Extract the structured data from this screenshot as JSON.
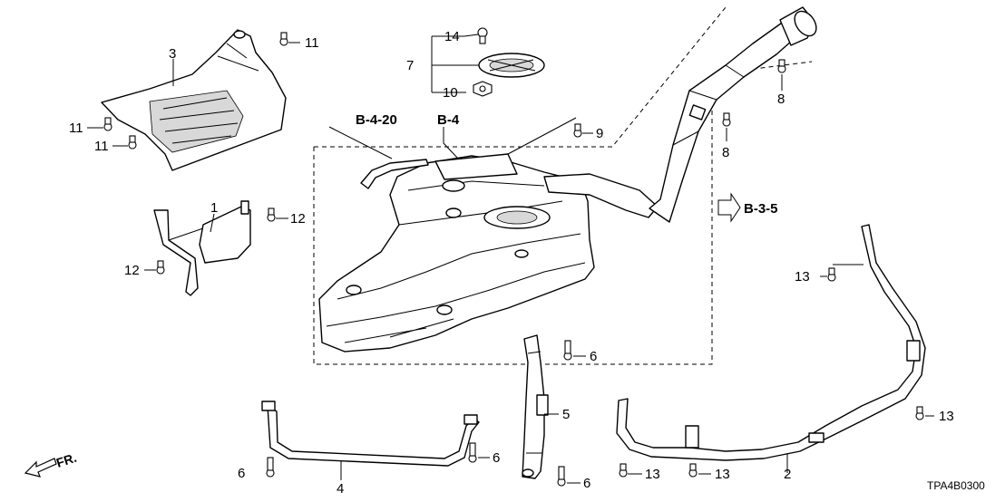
{
  "callouts": {
    "c1": "1",
    "c2": "2",
    "c3": "3",
    "c4": "4",
    "c5": "5",
    "c6a": "6",
    "c6b": "6",
    "c6c": "6",
    "c6d": "6",
    "c7": "7",
    "c8a": "8",
    "c8b": "8",
    "c9": "9",
    "c10": "10",
    "c11a": "11",
    "c11b": "11",
    "c11c": "11",
    "c12a": "12",
    "c12b": "12",
    "c13a": "13",
    "c13b": "13",
    "c13c": "13",
    "c13d": "13",
    "c14": "14"
  },
  "references": {
    "b420": "B-4-20",
    "b4": "B-4",
    "b35": "B-3-5"
  },
  "direction_label": "FR.",
  "diagram_code": "TPA4B0300"
}
